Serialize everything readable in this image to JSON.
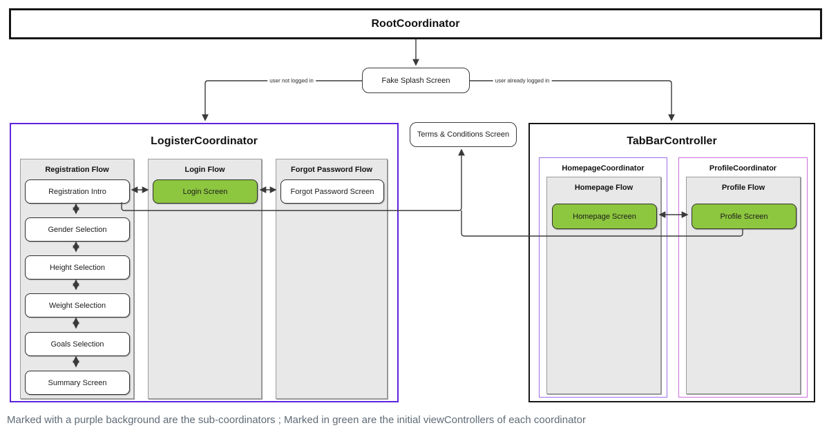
{
  "root": {
    "title": "RootCoordinator"
  },
  "splash": {
    "label": "Fake Splash Screen"
  },
  "terms": {
    "label": "Terms & Conditions Screen"
  },
  "edges": {
    "not_logged_in": "user not logged in",
    "already_logged_in": "user already logged in"
  },
  "logister": {
    "title": "LogisterCoordinator",
    "registration": {
      "header": "Registration Flow",
      "screens": [
        "Registration Intro",
        "Gender Selection",
        "Height Selection",
        "Weight Selection",
        "Goals Selection",
        "Summary Screen"
      ]
    },
    "login": {
      "header": "Login Flow",
      "screen": "Login Screen"
    },
    "forgot": {
      "header": "Forgot Password Flow",
      "screen": "Forgot Password Screen"
    }
  },
  "tabbar": {
    "title": "TabBarController",
    "homepage": {
      "title": "HomepageCoordinator",
      "flow_header": "Homepage Flow",
      "screen": "Homepage Screen"
    },
    "profile": {
      "title": "ProfileCoordinator",
      "flow_header": "Profile Flow",
      "screen": "Profile Screen"
    }
  },
  "caption": "Marked with a purple background are the sub-coordinators  ;  Marked in green are the initial viewControllers of each coordinator",
  "colors": {
    "purple_deep": "#5e22dd",
    "purple_light": "#9a6ee8",
    "magenta": "#cf6be0",
    "green": "#8dc63f",
    "gray_fill": "#e8e8e8",
    "line": "#3a3a3a"
  }
}
